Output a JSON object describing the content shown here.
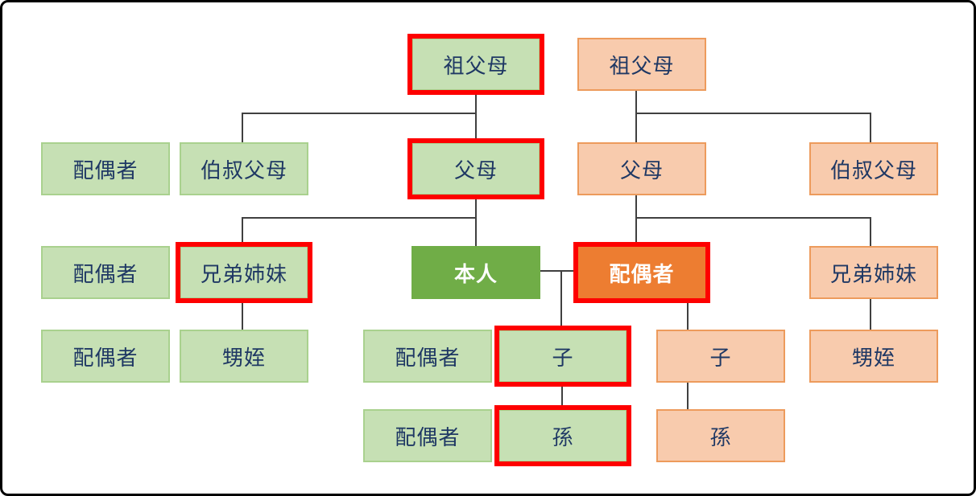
{
  "diagram": {
    "type": "family-relationship-chart",
    "colors": {
      "self_line_fill": "#c6e0b4",
      "self_line_border": "#a9d18e",
      "spouse_line_fill": "#f8cbad",
      "spouse_line_border": "#ed9b5c",
      "self_box_fill": "#70ad47",
      "spouse_box_fill": "#ed7d31",
      "highlight_border": "#fe0000",
      "label_text": "#1f3864",
      "connector": "#404040",
      "frame_border": "#000000"
    },
    "nodes": {
      "self_grandparents": {
        "label": "祖父母",
        "highlighted": true
      },
      "spouse_grandparents": {
        "label": "祖父母",
        "highlighted": false
      },
      "uncle_aunt_spouse": {
        "label": "配偶者",
        "highlighted": false
      },
      "uncle_aunt": {
        "label": "伯叔父母",
        "highlighted": false
      },
      "self_parents": {
        "label": "父母",
        "highlighted": true
      },
      "spouse_parents": {
        "label": "父母",
        "highlighted": false
      },
      "spouse_uncle_aunt": {
        "label": "伯叔父母",
        "highlighted": false
      },
      "sibling_spouse": {
        "label": "配偶者",
        "highlighted": false
      },
      "siblings": {
        "label": "兄弟姉妹",
        "highlighted": true
      },
      "self": {
        "label": "本人",
        "highlighted": false
      },
      "spouse": {
        "label": "配偶者",
        "highlighted": true
      },
      "spouse_siblings": {
        "label": "兄弟姉妹",
        "highlighted": false
      },
      "nephew_spouse": {
        "label": "配偶者",
        "highlighted": false
      },
      "nephew_niece": {
        "label": "甥姪",
        "highlighted": false
      },
      "child_spouse": {
        "label": "配偶者",
        "highlighted": false
      },
      "child": {
        "label": "子",
        "highlighted": true
      },
      "spouse_child": {
        "label": "子",
        "highlighted": false
      },
      "spouse_nephew_niece": {
        "label": "甥姪",
        "highlighted": false
      },
      "grandchild_spouse": {
        "label": "配偶者",
        "highlighted": false
      },
      "grandchild": {
        "label": "孫",
        "highlighted": true
      },
      "spouse_grandchild": {
        "label": "孫",
        "highlighted": false
      }
    }
  }
}
